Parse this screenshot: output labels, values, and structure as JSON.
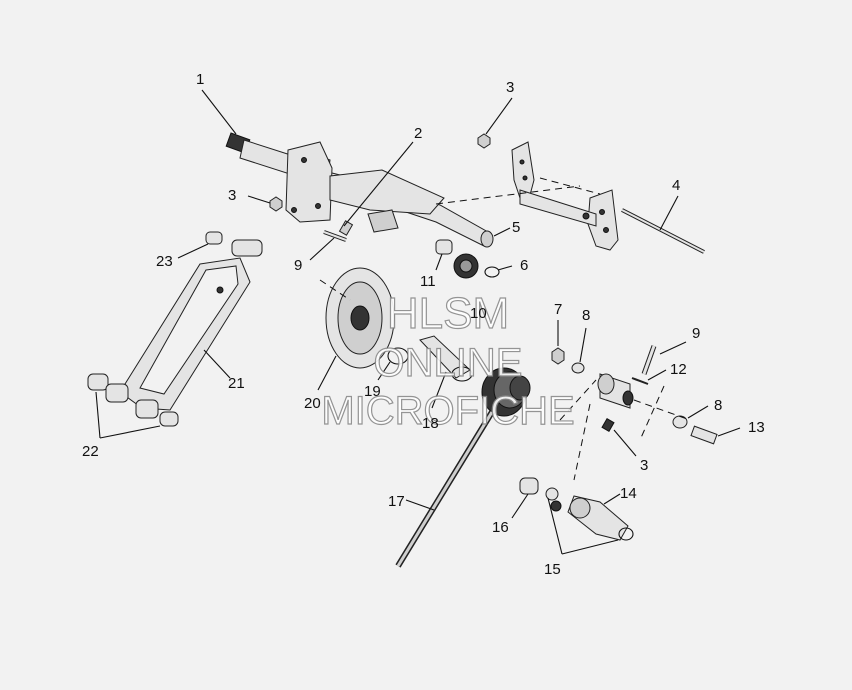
{
  "callouts": {
    "c1": "1",
    "c2": "2",
    "c3a": "3",
    "c3b": "3",
    "c3c": "3",
    "c4": "4",
    "c5": "5",
    "c6": "6",
    "c7": "7",
    "c8a": "8",
    "c8b": "8",
    "c9a": "9",
    "c9b": "9",
    "c10": "10",
    "c11": "11",
    "c12": "12",
    "c13": "13",
    "c14": "14",
    "c15": "15",
    "c16": "16",
    "c17": "17",
    "c18": "18",
    "c19": "19",
    "c20": "20",
    "c21": "21",
    "c22": "22",
    "c23": "23"
  },
  "watermark": {
    "line1": "HLSM",
    "line2": "ONLINE",
    "line3": "MICROFICHE"
  }
}
